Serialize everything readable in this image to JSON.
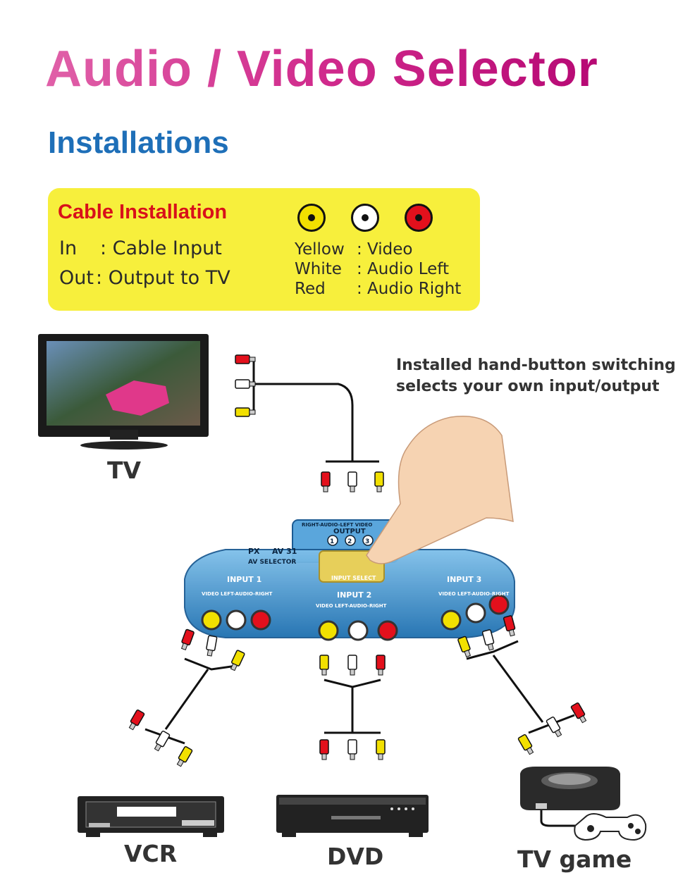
{
  "title": "Audio / Video Selector",
  "subtitle": "Installations",
  "info": {
    "heading": "Cable Installation",
    "rows": [
      {
        "key": "In",
        "value": ": Cable Input"
      },
      {
        "key": "Out",
        "value": ": Output to TV"
      }
    ],
    "colors": [
      {
        "key": "Yellow",
        "value": ": Video",
        "hex": "#f2e000"
      },
      {
        "key": "White",
        "value": ": Audio Left",
        "hex": "#ffffff"
      },
      {
        "key": "Red",
        "value": ": Audio Right",
        "hex": "#e3101c"
      }
    ]
  },
  "callout": {
    "line1": "Installed hand-button switching",
    "line2": "selects your own input/output"
  },
  "selector": {
    "brand": "PX",
    "model": "AV 31",
    "name": "AV SELECTOR",
    "output_label": "OUTPUT",
    "output_top": "RIGHT-AUDIO-LEFT    VIDEO",
    "buttons": [
      "1",
      "2",
      "3"
    ],
    "input_select": "INPUT SELECT",
    "input1": "INPUT 1",
    "input2": "INPUT 2",
    "input3": "INPUT 3",
    "port_labels": "VIDEO  LEFT-AUDIO-RIGHT"
  },
  "devices": {
    "tv": "TV",
    "vcr": "VCR",
    "dvd": "DVD",
    "game": "TV game"
  },
  "colors": {
    "title_start": "#e060a8",
    "title_end": "#b0006e",
    "subtitle": "#1e6fb8",
    "box": "#f7ef3c",
    "heading": "#d8101a",
    "selector": "#2e86c8"
  }
}
